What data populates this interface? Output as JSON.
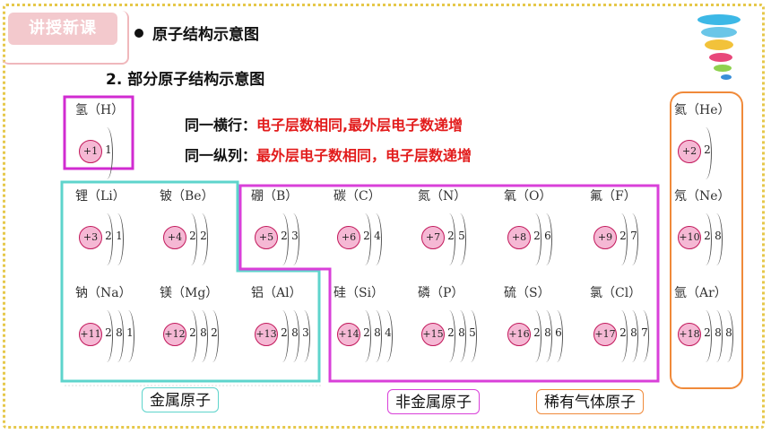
{
  "tag": "讲授新课",
  "heading": "原子结构示意图",
  "subheading": "2. 部分原子结构示意图",
  "notes": {
    "row_label": "同一横行：",
    "row_text": "电子层数相同,最外层电子数递增",
    "col_label": "同一纵列：",
    "col_text": "最外层电子数相同，电子层数递增"
  },
  "groups": {
    "metal": "金属原子",
    "nonmetal": "非金属原子",
    "noble": "稀有气体原子"
  },
  "colors": {
    "metal": "#5ed4cc",
    "nonmetal": "#d940d9",
    "noble": "#f08a3a",
    "hydrogen": "#d12bd1",
    "nucleus": "#f5b8d4"
  },
  "atoms": [
    {
      "name": "氢（H）",
      "nucleus": "+1",
      "shells": [
        "1"
      ]
    },
    {
      "name": "氦（He）",
      "nucleus": "+2",
      "shells": [
        "2"
      ]
    },
    {
      "name": "锂（Li）",
      "nucleus": "+3",
      "shells": [
        "2",
        "1"
      ]
    },
    {
      "name": "铍（Be）",
      "nucleus": "+4",
      "shells": [
        "2",
        "2"
      ]
    },
    {
      "name": "硼（B）",
      "nucleus": "+5",
      "shells": [
        "2",
        "3"
      ]
    },
    {
      "name": "碳（C）",
      "nucleus": "+6",
      "shells": [
        "2",
        "4"
      ]
    },
    {
      "name": "氮（N）",
      "nucleus": "+7",
      "shells": [
        "2",
        "5"
      ]
    },
    {
      "name": "氧（O）",
      "nucleus": "+8",
      "shells": [
        "2",
        "6"
      ]
    },
    {
      "name": "氟（F）",
      "nucleus": "+9",
      "shells": [
        "2",
        "7"
      ]
    },
    {
      "name": "氖（Ne）",
      "nucleus": "+10",
      "shells": [
        "2",
        "8"
      ]
    },
    {
      "name": "钠（Na）",
      "nucleus": "+11",
      "shells": [
        "2",
        "8",
        "1"
      ]
    },
    {
      "name": "镁（Mg）",
      "nucleus": "+12",
      "shells": [
        "2",
        "8",
        "2"
      ]
    },
    {
      "name": "铝（Al）",
      "nucleus": "+13",
      "shells": [
        "2",
        "8",
        "3"
      ]
    },
    {
      "name": "硅（Si）",
      "nucleus": "+14",
      "shells": [
        "2",
        "8",
        "4"
      ]
    },
    {
      "name": "磷（P）",
      "nucleus": "+15",
      "shells": [
        "2",
        "8",
        "5"
      ]
    },
    {
      "name": "硫（S）",
      "nucleus": "+16",
      "shells": [
        "2",
        "8",
        "6"
      ]
    },
    {
      "name": "氯（Cl）",
      "nucleus": "+17",
      "shells": [
        "2",
        "8",
        "7"
      ]
    },
    {
      "name": "氩（Ar）",
      "nucleus": "+18",
      "shells": [
        "2",
        "8",
        "8"
      ]
    }
  ]
}
